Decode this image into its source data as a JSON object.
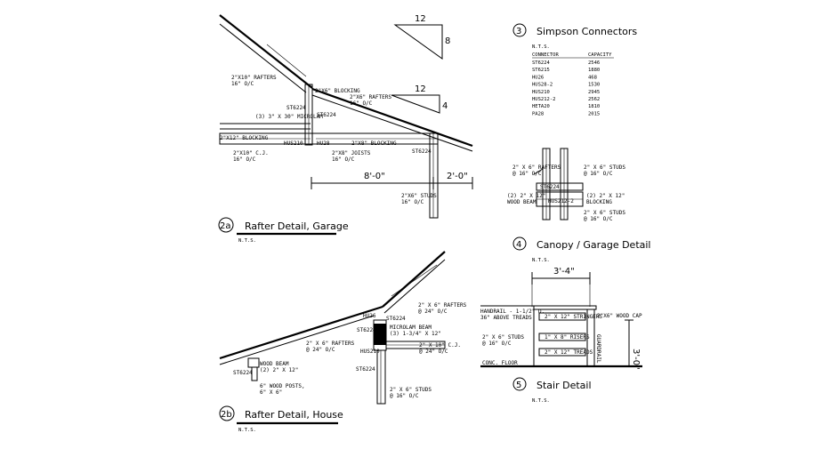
{
  "pitch_symbols": {
    "upper": {
      "run": "12",
      "rise": "8"
    },
    "lower": {
      "run": "12",
      "rise": "4"
    }
  },
  "detail_2a": {
    "number": "2a",
    "title": "Rafter Detail, Garage",
    "scale": "N.T.S.",
    "labels": {
      "rafters_upper_1": "2\"X10\" RAFTERS",
      "rafters_upper_2": "16\" O/C",
      "blocking_top": "2\"X6\" BLOCKING",
      "rafters_right_1": "2\"X6\" RAFTERS",
      "rafters_right_2": "16\" O/C",
      "st6224_a": "ST6224",
      "st6224_b": "ST6224",
      "microlam": "(3) 3\" X 30\" MICROLAM",
      "blocking_left": "2\"X12\" BLOCKING",
      "hus_a": "HUS210",
      "hu_a": "HU28",
      "blocking_mid": "2\"X8\" BLOCKING",
      "ceiling_joist_1": "2\"X10\" C.J.",
      "ceiling_joist_2": "16\" O/C",
      "joists_1": "2\"X8\" JOISTS",
      "joists_2": "16\" O/C",
      "st6224_c": "ST6224",
      "studs_1": "2\"X6\" STUDS",
      "studs_2": "16\" O/C"
    },
    "dims": {
      "span": "8'-0\"",
      "overhang": "2'-0\""
    }
  },
  "detail_2b": {
    "number": "2b",
    "title": "Rafter Detail, House",
    "scale": "N.T.S.",
    "labels": {
      "rafters_top_1": "2\" X 6\" RAFTERS",
      "rafters_top_2": "@ 24\" O/C",
      "hu26": "HU26",
      "st6224_a": "ST6224",
      "st6224_b": "ST6224",
      "microlam_1": "MICROLAM BEAM",
      "microlam_2": "(3) 1-3/4\" X 12\"",
      "rafters_mid_1": "2\" X 6\" RAFTERS",
      "rafters_mid_2": "@ 24\" O/C",
      "cj_1": "2\" X 10\" C.J.",
      "cj_2": "@ 24\" O/C",
      "hus": "HUS210",
      "st6224_c": "ST6224",
      "st6224_d": "ST6224",
      "wood_beam_1": "WOOD BEAM",
      "wood_beam_2": "(2) 2\" X 12\"",
      "posts_1": "6\" WOOD POSTS,",
      "posts_2": "6\" X 6\"",
      "studs_1": "2\" X 6\" STUDS",
      "studs_2": "@ 16\" O/C"
    }
  },
  "detail_3": {
    "number": "3",
    "title": "Simpson Connectors",
    "scale": "N.T.S.",
    "columns": [
      "CONNECTOR",
      "CAPACITY"
    ],
    "rows": [
      [
        "ST6224",
        "2546"
      ],
      [
        "ST6215",
        "1880"
      ],
      [
        "HU26",
        "468"
      ],
      [
        "HUS28-2",
        "1530"
      ],
      [
        "HUS210",
        "2945"
      ],
      [
        "HUS212-2",
        "2562"
      ],
      [
        "HETA20",
        "1810"
      ],
      [
        "PA28",
        "2015"
      ]
    ]
  },
  "detail_4": {
    "number": "4",
    "title": "Canopy / Garage Detail",
    "scale": "N.T.S.",
    "labels": {
      "rafters_1": "2\" X 6\" RAFTERS",
      "rafters_2": "@ 16\" O/C",
      "studs_r1": "2\" X 6\" STUDS",
      "studs_r2": "@ 16\" O/C",
      "st6224": "ST6224",
      "beam_1": "(2) 2\" X 12\"",
      "beam_2": "WOOD BEAM",
      "hus": "HUS212-2",
      "blocking_1": "(2) 2\" X 12\"",
      "blocking_2": "BLOCKING",
      "studs_b1": "2\" X 6\" STUDS",
      "studs_b2": "@ 16\" O/C"
    }
  },
  "detail_5": {
    "number": "5",
    "title": "Stair Detail",
    "scale": "N.T.S.",
    "dims": {
      "width": "3'-4\"",
      "height": "3'-0\""
    },
    "labels": {
      "handrail_1": "HANDRAIL - 1-1/2\" D.",
      "handrail_2": "36\" ABOVE TREADS",
      "cap": "2\"X6\" WOOD CAP",
      "stringers": "2\" X 12\" STRINGERS",
      "risers": "1\" X 8\" RISERS",
      "studs_1": "2\" X 6\" STUDS",
      "studs_2": "@ 16\" O/C",
      "treads": "2\" X 12\" TREADS",
      "floor": "CONC. FLOOR",
      "guardrail": "GUARDRAIL"
    }
  }
}
